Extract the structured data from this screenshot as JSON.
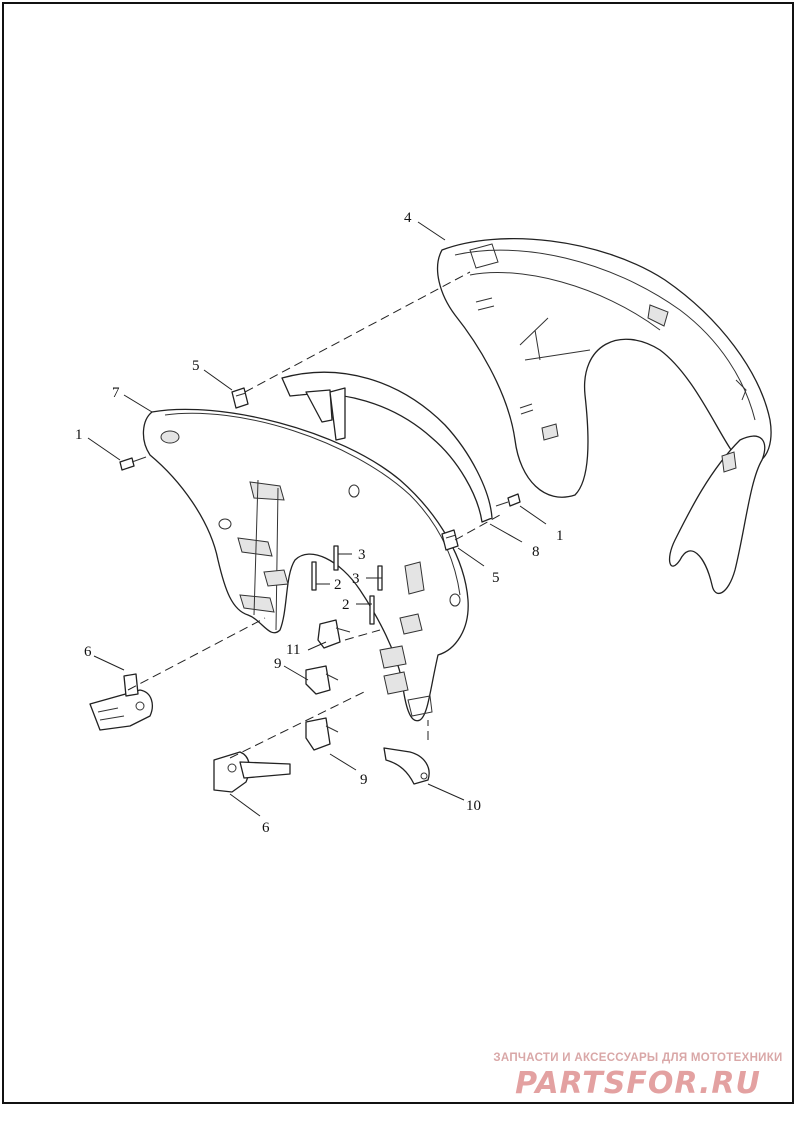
{
  "callouts": {
    "c1a": "1",
    "c1b": "1",
    "c2a": "2",
    "c2b": "2",
    "c3a": "3",
    "c3b": "3",
    "c4": "4",
    "c5a": "5",
    "c5b": "5",
    "c6a": "6",
    "c6b": "6",
    "c7": "7",
    "c8": "8",
    "c9a": "9",
    "c9b": "9",
    "c10": "10",
    "c11": "11"
  },
  "watermark": {
    "tagline": "ЗАПЧАСТИ И АКСЕССУАРЫ ДЛЯ МОТОТЕХНИКИ",
    "brand": "PARTSFOR.RU",
    "color": "#e3a1a1"
  },
  "colors": {
    "line": "#222222",
    "shade": "#e4e4e4"
  }
}
